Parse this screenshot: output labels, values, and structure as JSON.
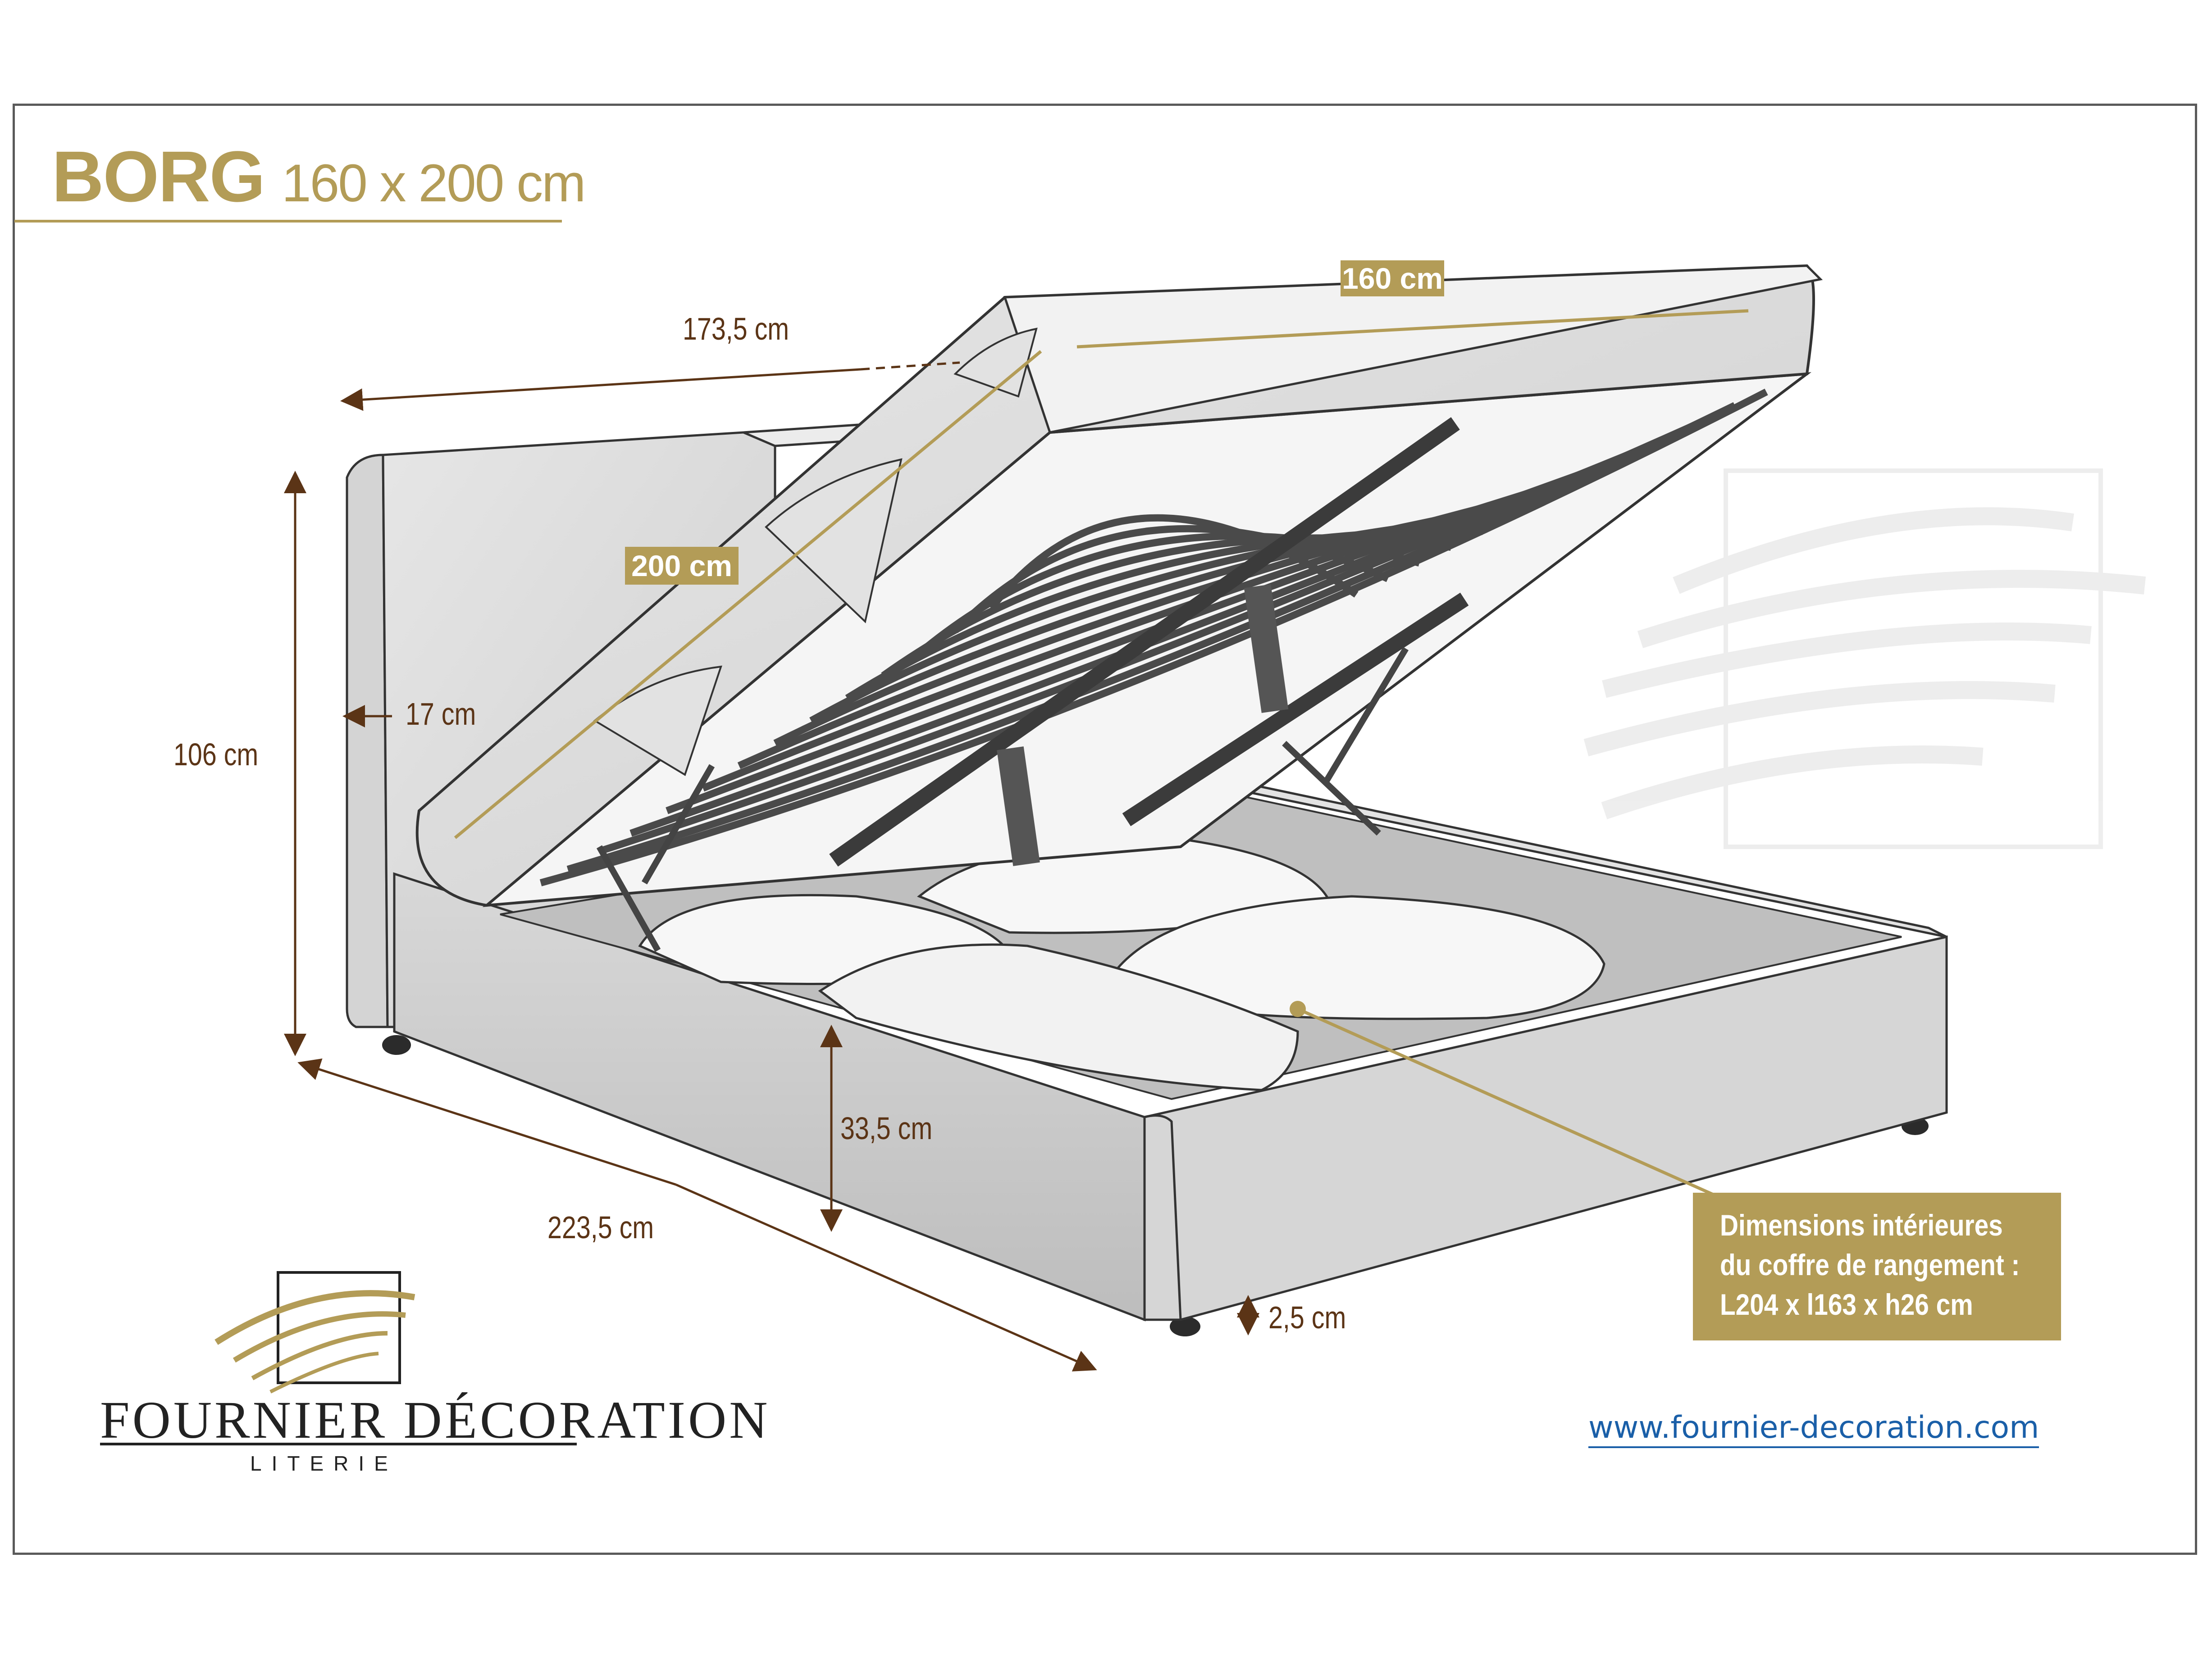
{
  "title": {
    "name": "BORG",
    "size": "160 x 200 cm"
  },
  "dimensions": {
    "headboard_width": "173,5 cm",
    "lid_width": "160 cm",
    "lid_length": "200 cm",
    "headboard_height": "106 cm",
    "headboard_thickness": "17 cm",
    "frame_height": "33,5 cm",
    "total_length": "223,5 cm",
    "foot_height": "2,5 cm"
  },
  "storage_info": {
    "line1": "Dimensions intérieures",
    "line2": "du coffre de rangement :",
    "line3": "L204 x l163 x h26 cm"
  },
  "brand": {
    "name": "FOURNIER DÉCORATION",
    "subtitle": "LITERIE"
  },
  "website": "www.fournier-decoration.com",
  "colors": {
    "gold": "#b39c57",
    "dimension_text": "#5b3416",
    "frame_gray": "#9a9a9a",
    "slat_dark": "#4a4a4a",
    "link": "#1a5fa8"
  }
}
